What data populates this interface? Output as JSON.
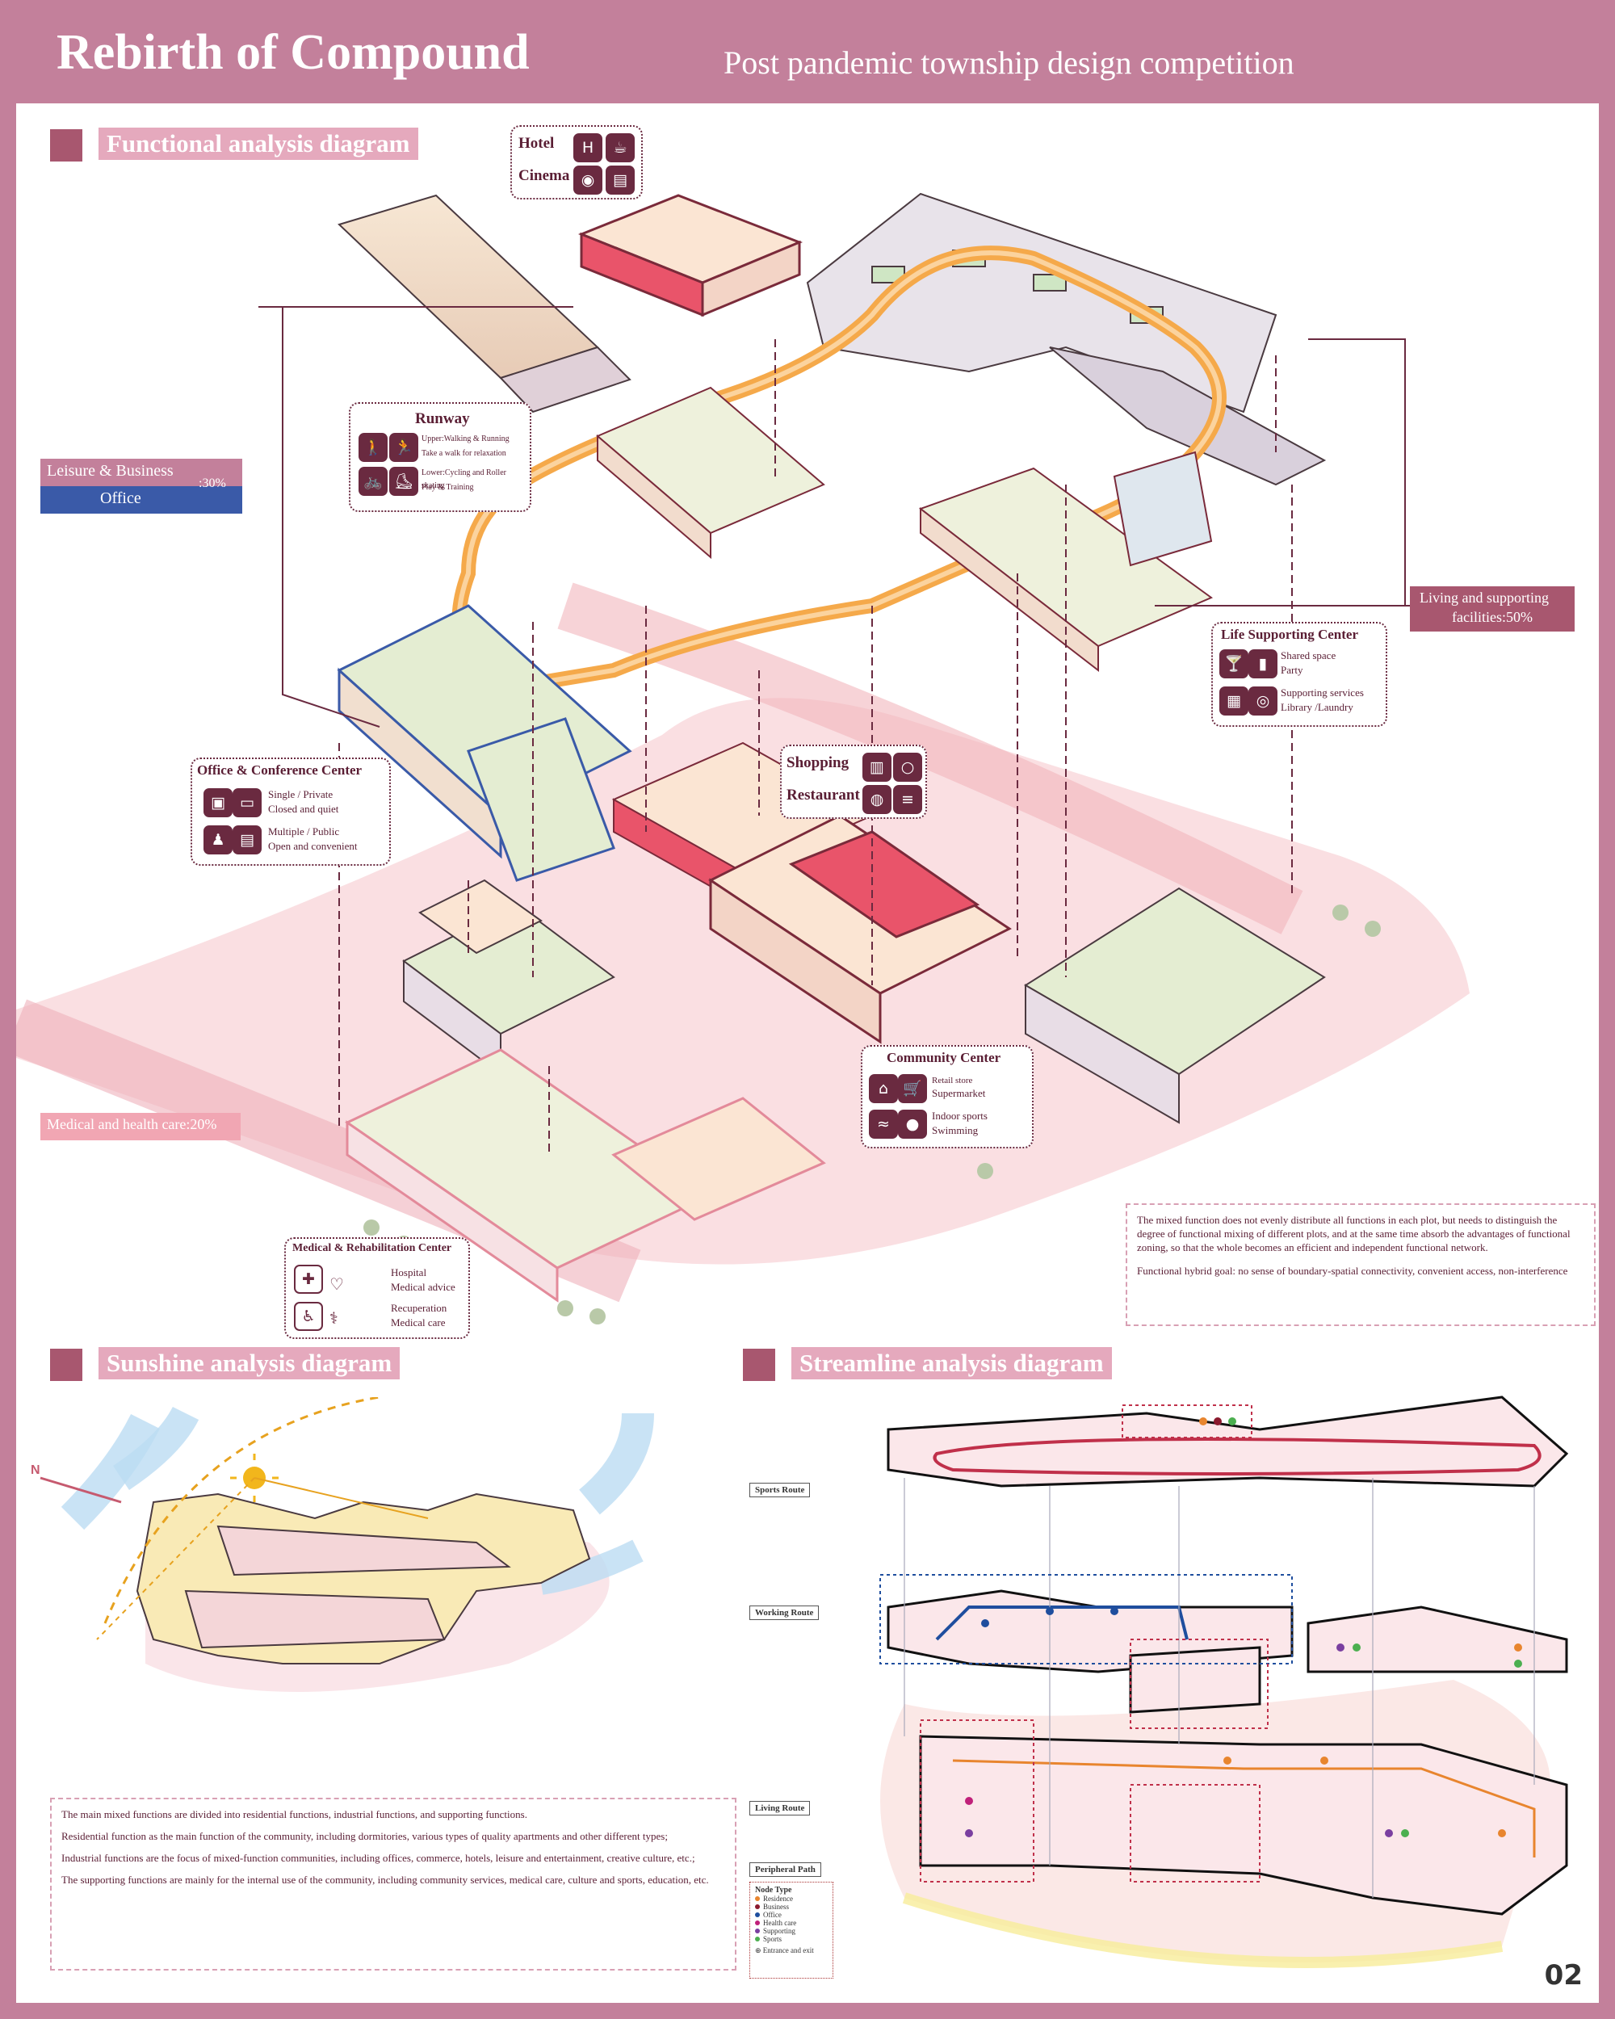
{
  "header": {
    "title": "Rebirth of Compound",
    "subtitle": "Post pandemic township design competition"
  },
  "sections": {
    "functional": "Functional analysis diagram",
    "sunshine": "Sunshine analysis diagram",
    "streamline": "Streamline analysis diagram"
  },
  "ratios": {
    "leisure_business": "Leisure & Business",
    "office": "Office",
    "leisure_pct": ":30%",
    "living_supporting": "Living and supporting",
    "living_supporting_pct": "facilities:50%",
    "medical": "Medical and health care:20%"
  },
  "callouts": {
    "hotel": "Hotel",
    "cinema": "Cinema",
    "runway": {
      "title": "Runway",
      "line1": "Upper:Walking & Running",
      "line2": "Take a walk for relaxation",
      "line3": "Lower:Cycling and Roller skating",
      "line4": "Play & Training"
    },
    "life_center": {
      "title": "Life Supporting Center",
      "line1": "Shared space",
      "line2": "Party",
      "line3": "Supporting services",
      "line4": "Library /Laundry"
    },
    "office_center": {
      "title": "Office & Conference Center",
      "line1": "Single / Private",
      "line2": "Closed and quiet",
      "line3": "Multiple / Public",
      "line4": "Open and convenient"
    },
    "shopping": "Shopping",
    "restaurant": "Restaurant",
    "community": {
      "title": "Community Center",
      "line1": "Retail store",
      "line2": "Supermarket",
      "line3": "Indoor sports",
      "line4": "Swimming"
    },
    "medical_center": {
      "title": "Medical & Rehabilitation Center",
      "line1": "Hospital",
      "line2": "Medical advice",
      "line3": "Recuperation",
      "line4": "Medical care"
    }
  },
  "notes": {
    "functional_p1": "The mixed function does not evenly distribute all functions in each plot, but needs to distinguish the degree of functional mixing of different plots, and at the same time absorb the advantages of functional zoning, so that the whole becomes an efficient and independent functional network.",
    "functional_p2": "Functional hybrid goal: no sense of boundary-spatial connectivity, convenient access, non-interference",
    "sunshine_p1": "The main mixed functions are divided into residential functions, industrial functions, and supporting functions.",
    "sunshine_p2": "Residential function as the main function of the community, including dormitories, various types of quality apartments and other different types;",
    "sunshine_p3": "Industrial functions are the focus of mixed-function communities, including offices, commerce, hotels, leisure and entertainment, creative culture, etc.;",
    "sunshine_p4": "The supporting functions are mainly for the internal use of the community, including community services, medical care, culture and sports, education, etc."
  },
  "compass": "N",
  "routes": {
    "sports": "Sports Route",
    "working": "Working Route",
    "living": "Living Route",
    "peripheral": "Peripheral Path"
  },
  "legend": {
    "title": "Node Type",
    "items": [
      {
        "label": "Residence",
        "color": "#e8852e"
      },
      {
        "label": "Business",
        "color": "#8b1a2e"
      },
      {
        "label": "Office",
        "color": "#1f4e9e"
      },
      {
        "label": "Health care",
        "color": "#c0207a"
      },
      {
        "label": "Supporting",
        "color": "#7a3fa0"
      },
      {
        "label": "Sports",
        "color": "#4caf50"
      }
    ],
    "entrance": "Entrance and exit"
  },
  "page_number": "02",
  "colors": {
    "frame": "#c3809b",
    "accent_dark": "#6a2a40",
    "runway": "#f5a94a",
    "office_blue": "#3a5aa8",
    "site_pink": "#f4c6cb"
  }
}
